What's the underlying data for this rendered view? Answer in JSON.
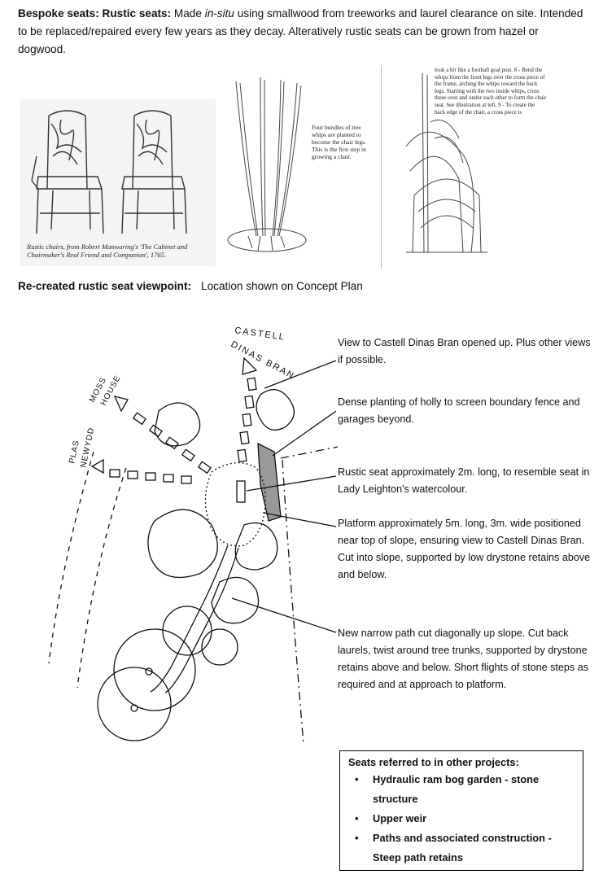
{
  "intro": {
    "label": "Bespoke seats: Rustic seats:",
    "text_a": " Made ",
    "italic": "in-situ",
    "text_b": " using smallwood from treeworks and laurel clearance on site. Intended to be replaced/repaired every few years as they decay. Alteratively rustic seats can be grown from hazel or dogwood."
  },
  "figures": {
    "chairs_caption": "Rustic chairs, from Robert Manwaring's 'The Cabinet and Chairmaker's Real Friend and Companion', 1765.",
    "whips_note": "Four bundles of tree whips are planted to become the chair legs. This is the first step in growing a chair.",
    "growing_note": "look a bit like a football goal post. 8 - Bend the whips from the front legs over the cross piece of the frame, arching the whips toward the back legs. Starting with the two inside whips, cross these over and under each other to form the chair seat. See illustration at left. 9 - To create the back edge of the chair, a cross piece is"
  },
  "section": {
    "title": "Re-created rustic seat viewpoint:",
    "location": "Location shown on Concept Plan"
  },
  "plan_labels": {
    "castell": "CASTELL",
    "dinas_bran": "DINAS BRAN",
    "moss": "MOSS",
    "house": "HOUSE",
    "plas": "PLAS",
    "newydd": "NEWYDD"
  },
  "annotations": [
    "View to Castell Dinas Bran opened up. Plus other views if possible.",
    "Dense planting of holly to screen boundary fence and garages beyond.",
    "Rustic seat approximately 2m. long, to resemble seat in Lady Leighton's watercolour.",
    "Platform approximately 5m. long, 3m. wide positioned near top of slope, ensuring view to Castell Dinas Bran. Cut into slope, supported by low drystone retains above and below.",
    "New narrow path cut diagonally up slope. Cut back laurels, twist around tree trunks, supported by drystone retains above and below. Short flights of stone steps as required and at approach to platform."
  ],
  "seats_box": {
    "title": "Seats referred to in other projects:",
    "items": [
      "Hydraulic ram bog garden - stone structure",
      "Upper weir",
      "Paths and associated construction  - Steep path retains"
    ]
  }
}
